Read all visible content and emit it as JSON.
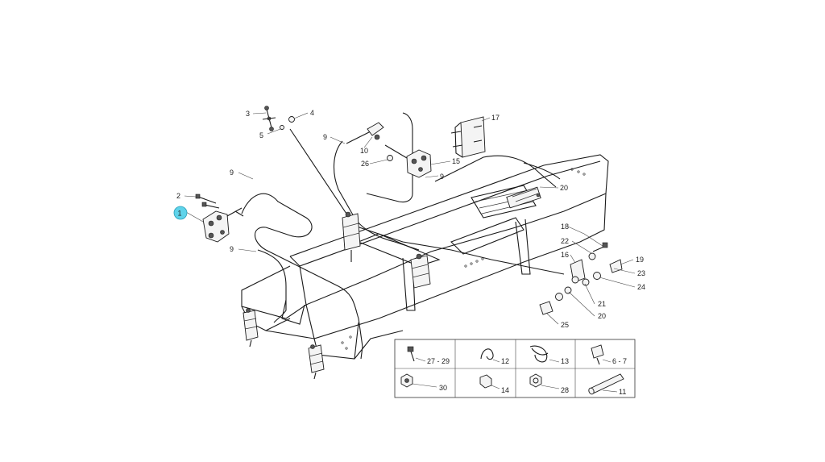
{
  "diagram": {
    "callouts": [
      {
        "id": "c1",
        "label": "1"
      },
      {
        "id": "c2",
        "label": "2"
      },
      {
        "id": "c3",
        "label": "3"
      },
      {
        "id": "c4",
        "label": "4"
      },
      {
        "id": "c5",
        "label": "5"
      },
      {
        "id": "c9a",
        "label": "9"
      },
      {
        "id": "c9b",
        "label": "9"
      },
      {
        "id": "c9c",
        "label": "9"
      },
      {
        "id": "c9d",
        "label": "9"
      },
      {
        "id": "c10",
        "label": "10"
      },
      {
        "id": "c15",
        "label": "15"
      },
      {
        "id": "c16",
        "label": "16"
      },
      {
        "id": "c17",
        "label": "17"
      },
      {
        "id": "c18",
        "label": "18"
      },
      {
        "id": "c19",
        "label": "19"
      },
      {
        "id": "c20a",
        "label": "20"
      },
      {
        "id": "c20b",
        "label": "20"
      },
      {
        "id": "c21",
        "label": "21"
      },
      {
        "id": "c22",
        "label": "22"
      },
      {
        "id": "c23",
        "label": "23"
      },
      {
        "id": "c24",
        "label": "24"
      },
      {
        "id": "c25",
        "label": "25"
      },
      {
        "id": "c26",
        "label": "26"
      }
    ],
    "highlighted_callout": "1",
    "legend_table": [
      {
        "id": "t1",
        "label": "27 - 29",
        "icon": "bolt-icon"
      },
      {
        "id": "t2",
        "label": "12",
        "icon": "clip-icon"
      },
      {
        "id": "t3",
        "label": "13",
        "icon": "spring-clip-icon"
      },
      {
        "id": "t4",
        "label": "6 - 7",
        "icon": "fitting-icon"
      },
      {
        "id": "t5",
        "label": "30",
        "icon": "nut-icon"
      },
      {
        "id": "t6",
        "label": "14",
        "icon": "spacer-icon"
      },
      {
        "id": "t7",
        "label": "28",
        "icon": "hex-nut-icon"
      },
      {
        "id": "t8",
        "label": "11",
        "icon": "tube-icon"
      }
    ],
    "colors": {
      "highlight": "#5fd3ea",
      "line": "#1a1a1a"
    }
  }
}
